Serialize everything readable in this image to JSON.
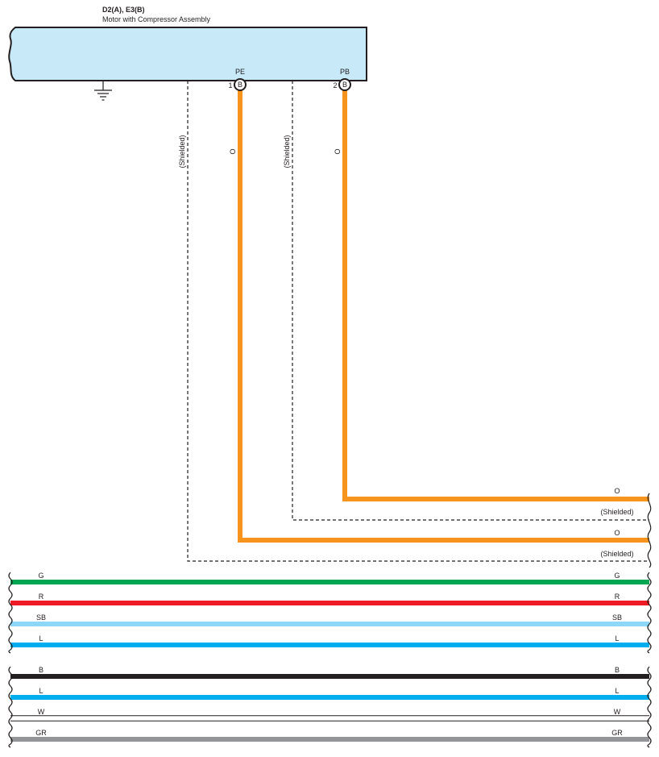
{
  "component": {
    "connectors": "D2(A), E3(B)",
    "name": "Motor with Compressor Assembly",
    "fill": "#c8e9f8",
    "pins": [
      {
        "terminal": "PE",
        "number": "1",
        "connector": "B"
      },
      {
        "terminal": "PB",
        "number": "2",
        "connector": "B"
      }
    ]
  },
  "wires": {
    "pe_color": "O",
    "pb_color": "O",
    "shield_label": "(Shielded)",
    "orange": "#f7941d"
  },
  "right_labels": {
    "pb_wire": "O",
    "pb_shield": "(Shielded)",
    "pe_wire": "O",
    "pe_shield": "(Shielded)"
  },
  "bus_upper": [
    {
      "code": "G",
      "color": "#00a651"
    },
    {
      "code": "R",
      "color": "#ed1c24"
    },
    {
      "code": "SB",
      "color": "#8dd8f8"
    },
    {
      "code": "L",
      "color": "#00aeef"
    }
  ],
  "bus_lower": [
    {
      "code": "B",
      "color": "#231f20"
    },
    {
      "code": "L",
      "color": "#00aeef"
    },
    {
      "code": "W",
      "color": "#ffffff"
    },
    {
      "code": "GR",
      "color": "#939598"
    }
  ]
}
